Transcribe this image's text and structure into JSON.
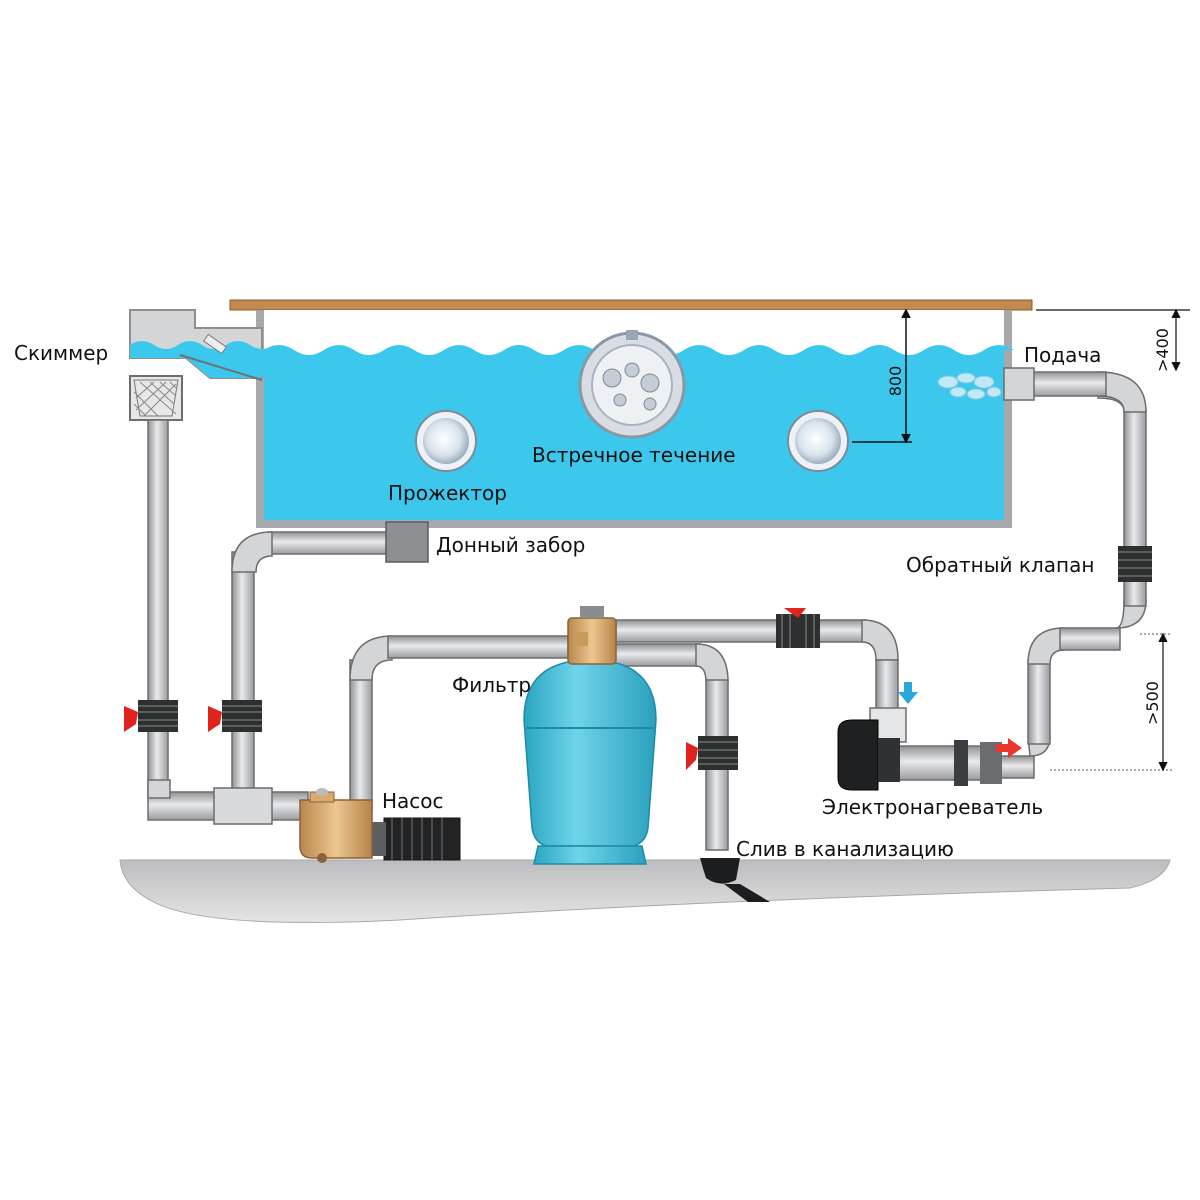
{
  "labels": {
    "skimmer": "Скиммер",
    "supply": "Подача",
    "counter_current": "Встречное течение",
    "spotlight": "Прожектор",
    "bottom_drain": "Донный забор",
    "check_valve": "Обратный клапан",
    "filter": "Фильтр",
    "pump": "Насос",
    "heater": "Электронагреватель",
    "sewer_drain": "Слив в канализацию"
  },
  "dimensions": {
    "depth": "800",
    "supply_height": ">400",
    "heater_height": ">500"
  },
  "colors": {
    "water": "#3cc8ec",
    "pipe": "#c9cacc",
    "pipe_stroke": "#55575a",
    "valve_handle": "#e0231c",
    "pump_body": "#deb27a",
    "filter_tank": "#4cbfd6",
    "ground": "#d5d5d6",
    "deck": "#c28a4e",
    "flow_in": "#29a8e0",
    "flow_out": "#e8372b"
  }
}
